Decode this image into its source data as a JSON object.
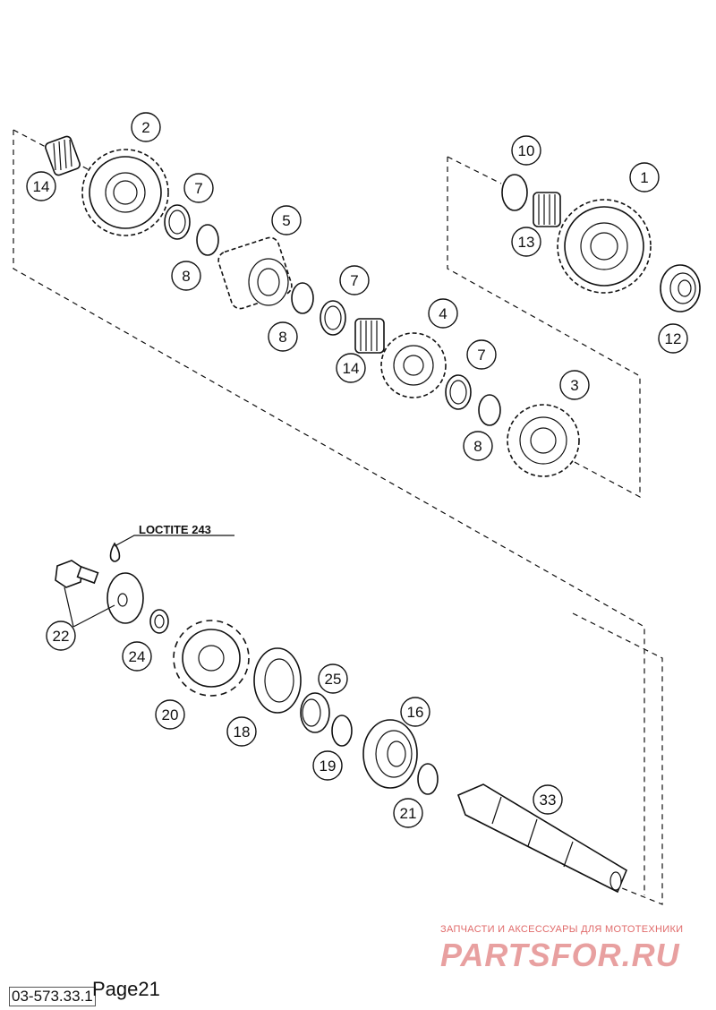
{
  "callouts": [
    {
      "id": "c1",
      "label": "1"
    },
    {
      "id": "c2",
      "label": "2"
    },
    {
      "id": "c3",
      "label": "3"
    },
    {
      "id": "c4",
      "label": "4"
    },
    {
      "id": "c5",
      "label": "5"
    },
    {
      "id": "c7a",
      "label": "7"
    },
    {
      "id": "c7b",
      "label": "7"
    },
    {
      "id": "c7c",
      "label": "7"
    },
    {
      "id": "c8a",
      "label": "8"
    },
    {
      "id": "c8b",
      "label": "8"
    },
    {
      "id": "c8c",
      "label": "8"
    },
    {
      "id": "c10",
      "label": "10"
    },
    {
      "id": "c12",
      "label": "12"
    },
    {
      "id": "c13",
      "label": "13"
    },
    {
      "id": "c14a",
      "label": "14"
    },
    {
      "id": "c14b",
      "label": "14"
    },
    {
      "id": "c16",
      "label": "16"
    },
    {
      "id": "c18",
      "label": "18"
    },
    {
      "id": "c19",
      "label": "19"
    },
    {
      "id": "c20",
      "label": "20"
    },
    {
      "id": "c21",
      "label": "21"
    },
    {
      "id": "c22",
      "label": "22"
    },
    {
      "id": "c24",
      "label": "24"
    },
    {
      "id": "c25",
      "label": "25"
    },
    {
      "id": "c33",
      "label": "33"
    }
  ],
  "annotation": "LOCTITE 243",
  "doc_code": "03-573.33.1",
  "page_label": "Page21",
  "watermark": {
    "subtitle": "ЗАПЧАСТИ И АКСЕССУАРЫ ДЛЯ МОТОТЕХНИКИ",
    "logo": "PARTSFOR.RU",
    "color": "#e06a6a"
  }
}
